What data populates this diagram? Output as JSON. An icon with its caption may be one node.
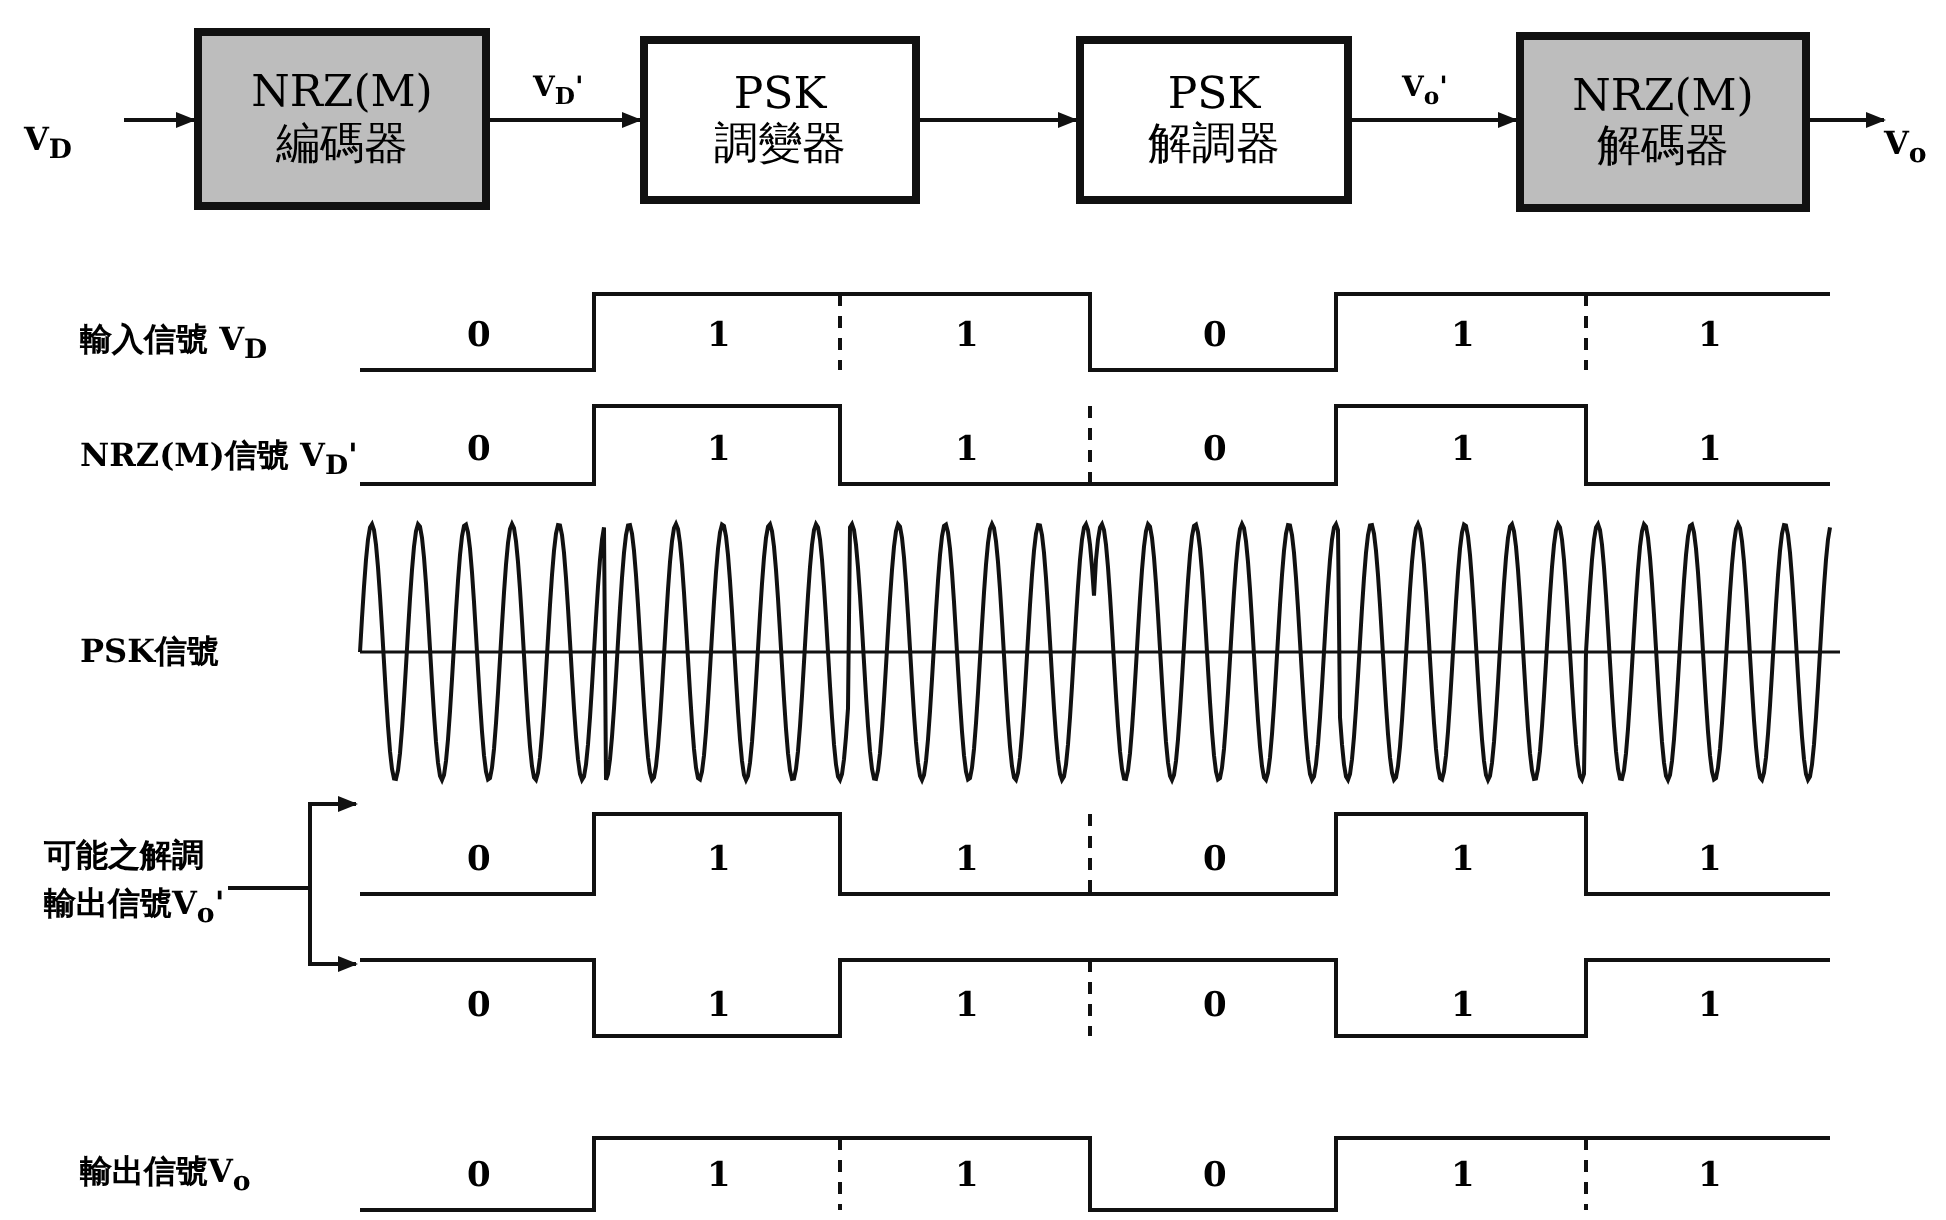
{
  "diagram": {
    "nodes": [
      {
        "text": [
          "V$_{D}$"
        ]
      },
      {
        "text": [
          "NRZ(M) 編碼器"
        ]
      },
      {
        "text": [
          "PSK 調變器"
        ]
      },
      {
        "text": [
          "PSK 解調器"
        ]
      },
      {
        "text": [
          "NRZ(M) 解碼器"
        ]
      },
      {
        "text": [
          "V$_{o}$"
        ]
      },
      {
        "text": [
          "可能之解調輸出信號V$_{o}$'"
        ]
      },
      {
        "text": [],
        "shape": "picture"
      },
      {
        "text": [],
        "shape": "picture"
      }
    ],
    "edges": [
      {
        "from": 0,
        "to": 1,
        "arrow": "to"
      },
      {
        "from": 1,
        "to": 2,
        "arrow": "to",
        "label": "V$_{D}$'"
      },
      {
        "from": 2,
        "to": 3,
        "arrow": "to"
      },
      {
        "from": 3,
        "to": 4,
        "arrow": "to",
        "label": "V$_{o}$'"
      },
      {
        "from": 4,
        "to": 5,
        "arrow": "to"
      },
      {
        "from": 6,
        "to": 7,
        "arrow": "to"
      },
      {
        "from": 6,
        "to": 8,
        "arrow": "to"
      }
    ],
    "labels": [
      "輸入信號 V$_{D}$",
      "0",
      "1",
      "1",
      "0",
      "1",
      "1",
      "NRZ(M)信號 V$_{D}$'",
      "0",
      "1",
      "1",
      "0",
      "1",
      "1",
      "PSK信號",
      "0",
      "1",
      "1",
      "0",
      "1",
      "1",
      "0",
      "1",
      "1",
      "0",
      "1",
      "1",
      "輸出信號V$_{o}$",
      "0",
      "1",
      "1",
      "0",
      "1",
      "1"
    ]
  }
}
